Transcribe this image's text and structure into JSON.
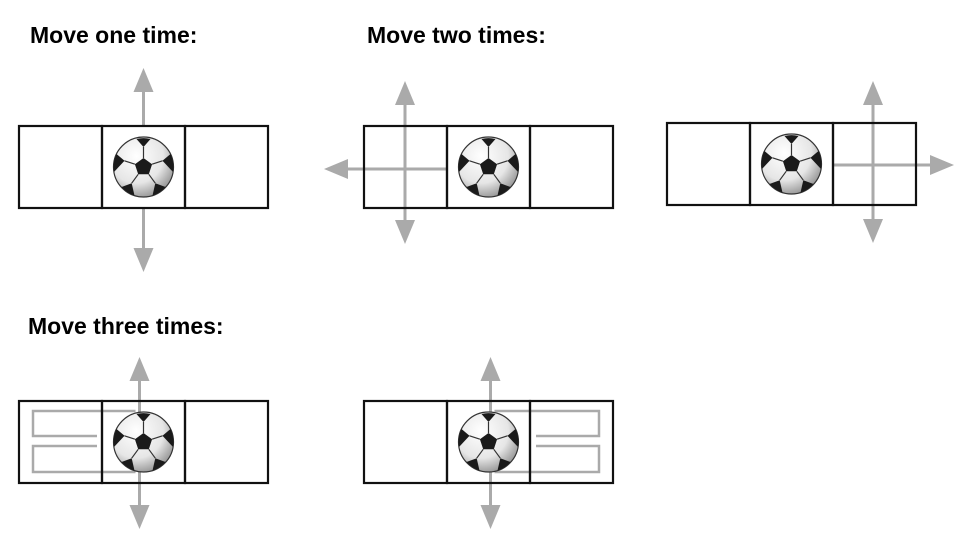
{
  "headings": {
    "one": "Move one time:",
    "two": "Move two times:",
    "three": "Move three times:"
  },
  "colors": {
    "grid": "#111111",
    "arrow": "#aaaaaa",
    "ball_dark": "#1a1a1a",
    "ball_light": "#f4f4f4"
  },
  "diagrams": [
    {
      "group": "one",
      "moves": 1,
      "ball_cell": "middle",
      "arrows": [
        "up",
        "down"
      ]
    },
    {
      "group": "two",
      "moves": 2,
      "ball_cell": "middle",
      "arrows": [
        "left",
        "up",
        "down"
      ]
    },
    {
      "group": "two",
      "moves": 2,
      "ball_cell": "middle",
      "arrows": [
        "right",
        "up",
        "down"
      ]
    },
    {
      "group": "three",
      "moves": 3,
      "ball_cell": "middle",
      "arrows": [
        "up",
        "down"
      ],
      "loop_side": "left"
    },
    {
      "group": "three",
      "moves": 3,
      "ball_cell": "middle",
      "arrows": [
        "up",
        "down"
      ],
      "loop_side": "right"
    }
  ]
}
